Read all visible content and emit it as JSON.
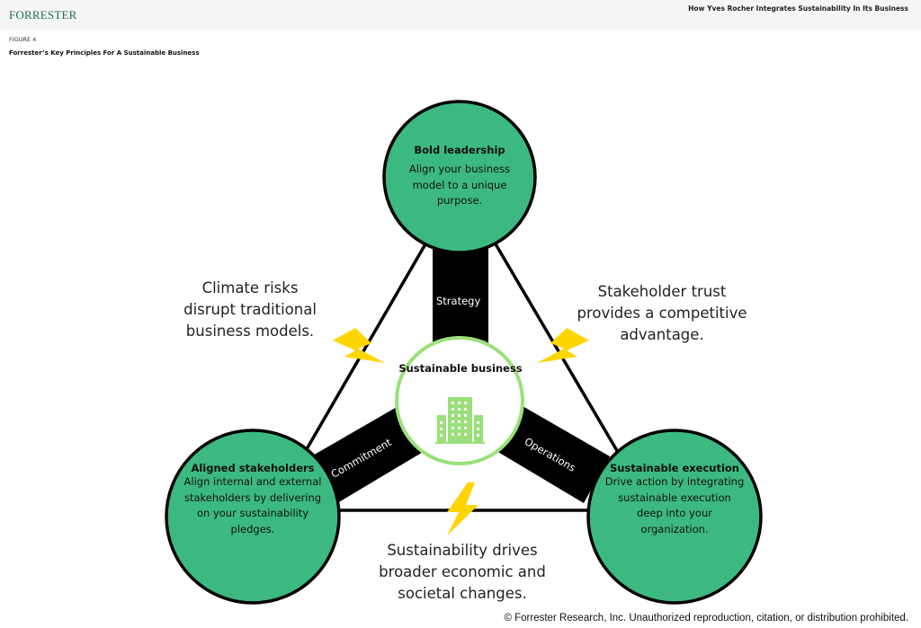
{
  "header": {
    "logo_text": "Forrester",
    "report_title": "How Yves Rocher Integrates Sustainability In Its Business"
  },
  "figure": {
    "number": "FIGURE 4",
    "title": "Forrester’s Key Principles For A Sustainable Business"
  },
  "colors": {
    "principle_fill": "#3cb980",
    "center_ring": "#9be07a",
    "building": "#9be07a",
    "connector": "#000000",
    "lightning": "#ffd500"
  },
  "center": {
    "title": "Sustainable business",
    "icon": "building-icon"
  },
  "principles": [
    {
      "title": "Bold leadership",
      "description": "Align your business model to a unique purpose."
    },
    {
      "title": "Aligned stakeholders",
      "description": "Align internal and external stakeholders by delivering on your sustainability pledges."
    },
    {
      "title": "Sustainable execution",
      "description": "Drive action by integrating sustainable execution deep into your organization."
    }
  ],
  "connectors": [
    {
      "label": "Strategy"
    },
    {
      "label": "Commitment"
    },
    {
      "label": "Operations"
    }
  ],
  "forces": [
    {
      "text": "Climate risks disrupt traditional business models.",
      "lines": [
        "Climate risks",
        "disrupt traditional",
        "business models."
      ],
      "icon": "lightning-icon"
    },
    {
      "text": "Stakeholder trust provides a competitive advantage.",
      "lines": [
        "Stakeholder trust",
        "provides a competitive",
        "advantage."
      ],
      "icon": "lightning-icon"
    },
    {
      "text": "Sustainability drives broader economic and societal changes.",
      "lines": [
        "Sustainability drives",
        "broader economic and",
        "societal changes."
      ],
      "icon": "lightning-icon"
    }
  ],
  "footer": {
    "copyright": "© Forrester Research, Inc. Unauthorized reproduction, citation, or distribution prohibited."
  }
}
